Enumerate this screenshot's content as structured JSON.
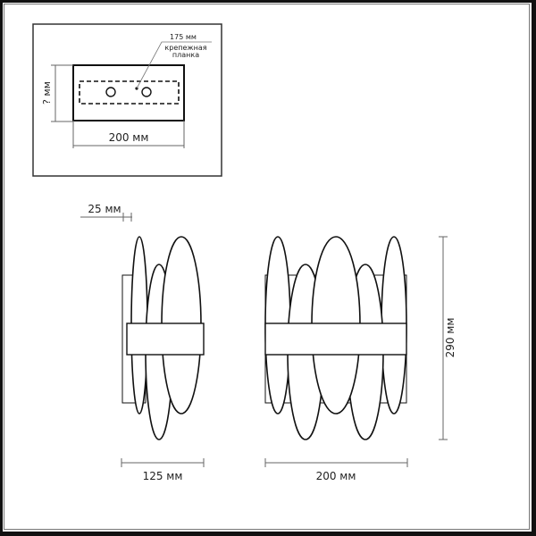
{
  "diagram": {
    "type": "technical-dimension-drawing",
    "colors": {
      "line": "#111111",
      "dimension_line": "#666666",
      "text": "#222222",
      "background": "#ffffff"
    },
    "mounting_inset": {
      "width_label": "200 мм",
      "height_label": "? мм",
      "bracket_label": "175 мм",
      "bracket_caption_line1": "крепежная",
      "bracket_caption_line2": "планка"
    },
    "side_view": {
      "depth_label": "25 мм",
      "width_label": "125 мм"
    },
    "front_view": {
      "width_label": "200 мм",
      "height_label": "290 мм"
    }
  }
}
